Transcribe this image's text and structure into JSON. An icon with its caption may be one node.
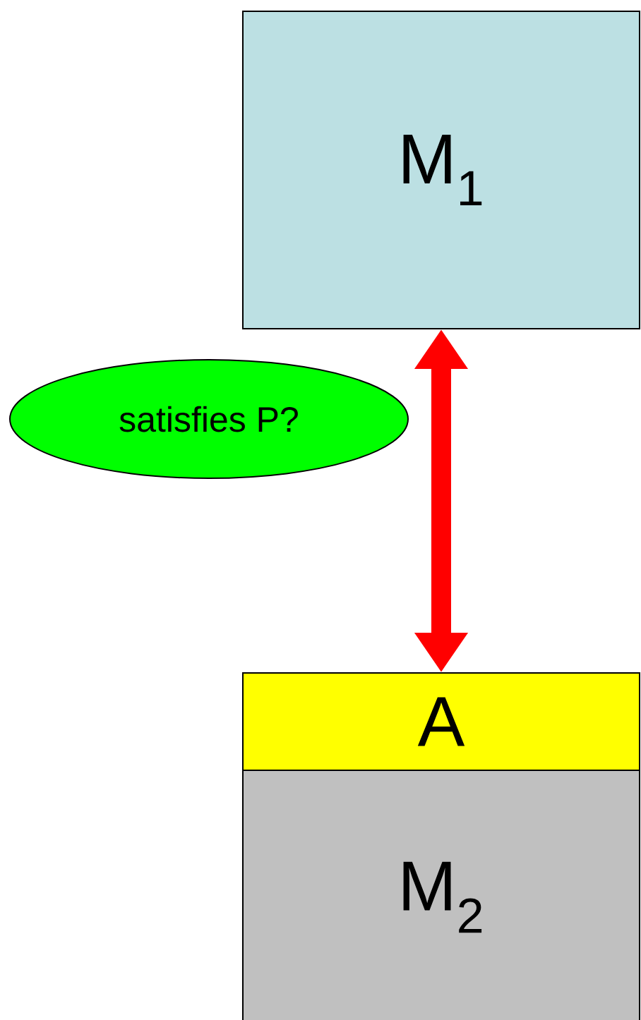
{
  "diagram": {
    "nodes": [
      {
        "text": [
          "M$_{1}$"
        ]
      },
      {
        "text": [
          "satisfies P?"
        ]
      },
      {
        "text": [
          "A"
        ]
      },
      {
        "text": [
          "M$_{2}$"
        ]
      }
    ],
    "edges": [
      {
        "from": 0,
        "to": 2,
        "arrow": "both",
        "color": "#ff0000"
      }
    ]
  }
}
